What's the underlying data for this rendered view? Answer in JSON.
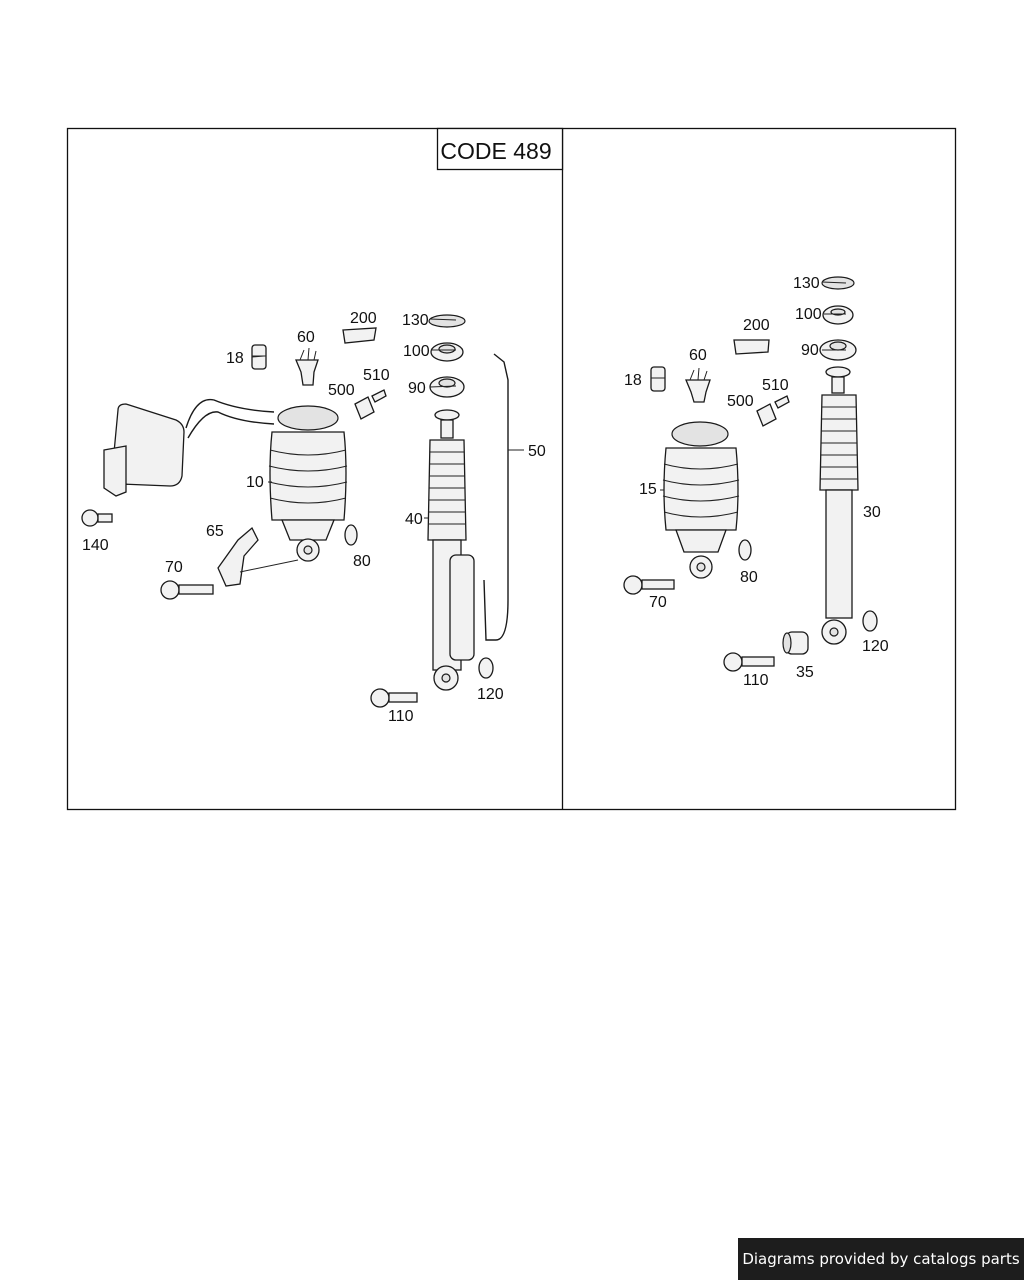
{
  "diagram": {
    "code_box": "CODE 489",
    "left_labels": [
      "200",
      "130",
      "60",
      "18",
      "100",
      "510",
      "500",
      "90",
      "50",
      "10",
      "140",
      "40",
      "65",
      "80",
      "70",
      "120",
      "110"
    ],
    "right_labels": [
      "130",
      "100",
      "200",
      "90",
      "60",
      "18",
      "510",
      "500",
      "15",
      "30",
      "80",
      "70",
      "120",
      "35",
      "110"
    ]
  },
  "footer": {
    "text": "Diagrams provided by catalogs parts"
  }
}
